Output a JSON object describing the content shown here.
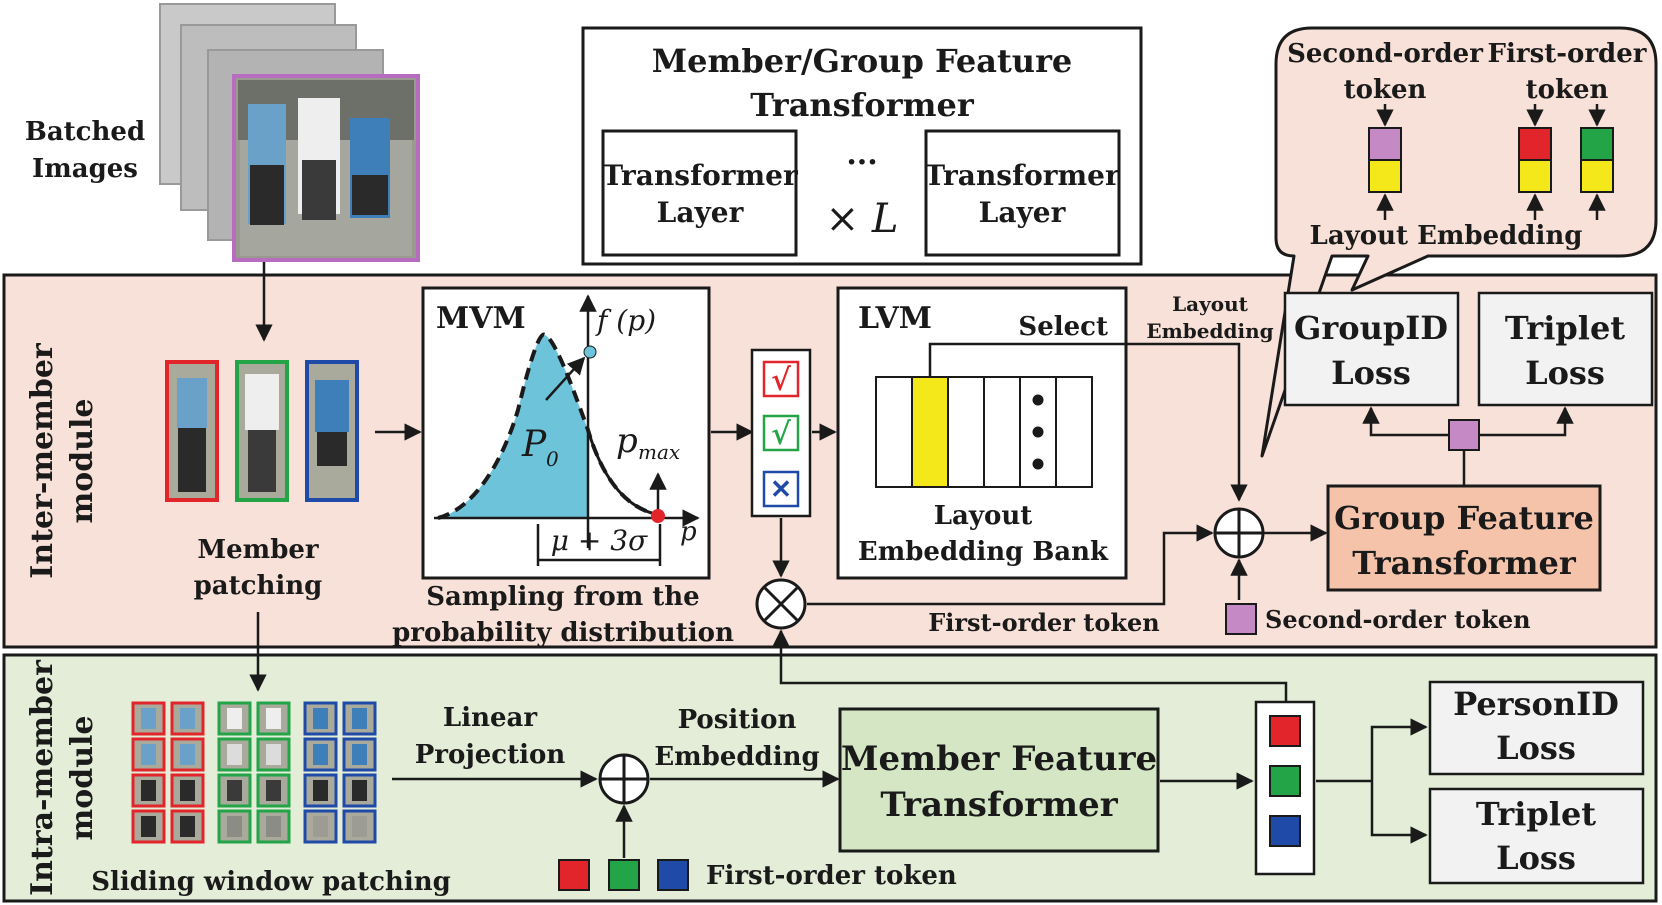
{
  "batched_images": {
    "label_line1": "Batched",
    "label_line2": "Images"
  },
  "transformer_legend": {
    "title_line1": "Member/Group Feature",
    "title_line2": "Transformer",
    "layer_left_line1": "Transformer",
    "layer_left_line2": "Layer",
    "layer_right_line1": "Transformer",
    "layer_right_line2": "Layer",
    "ellipsis": "···",
    "repeat": "× L"
  },
  "callout": {
    "second_order_line1": "Second-order",
    "second_order_line2": "token",
    "first_order_line1": "First-order",
    "first_order_line2": "token",
    "layout_embedding": "Layout Embedding"
  },
  "inter_module": {
    "label_line1": "Inter-member",
    "label_line2": "module",
    "member_patching_line1": "Member",
    "member_patching_line2": "patching",
    "mvm": {
      "title": "MVM",
      "f_label": "f (p)",
      "p0": "P",
      "p0_sub": "0",
      "pmax": "p",
      "pmax_sub": "max",
      "p_axis": "p",
      "interval": "μ + 3σ",
      "caption_line1": "Sampling from the",
      "caption_line2": "probability distribution"
    },
    "mask_marks": [
      "√",
      "√",
      "✕"
    ],
    "lvm": {
      "title": "LVM",
      "select": "Select",
      "bank_line1": "Layout",
      "bank_line2": "Embedding Bank"
    },
    "layout_embedding_line1": "Layout",
    "layout_embedding_line2": "Embedding",
    "first_order_token": "First-order token",
    "second_order_token": "Second-order token",
    "groupid_loss_line1": "GroupID",
    "groupid_loss_line2": "Loss",
    "triplet_loss_line1": "Triplet",
    "triplet_loss_line2": "Loss",
    "group_transformer_line1": "Group Feature",
    "group_transformer_line2": "Transformer"
  },
  "intra_module": {
    "label_line1": "Intra-member",
    "label_line2": "module",
    "sliding_window": "Sliding window patching",
    "linear_projection_line1": "Linear",
    "linear_projection_line2": "Projection",
    "position_embedding_line1": "Position",
    "position_embedding_line2": "Embedding",
    "member_transformer_line1": "Member Feature",
    "member_transformer_line2": "Transformer",
    "first_order_token": "First-order token",
    "personid_loss_line1": "PersonID",
    "personid_loss_line2": "Loss",
    "triplet_loss_line1": "Triplet",
    "triplet_loss_line2": "Loss"
  },
  "colors": {
    "inter_bg": "#f8e1d8",
    "intra_bg": "#e3edd8",
    "group_transformer": "#f4c3aa",
    "member_transformer": "#d5e6c4",
    "red": "#e2252b",
    "green": "#22a447",
    "blue": "#1f4aa8",
    "purple": "#c58ac5",
    "yellow": "#f5e81a",
    "cyan": "#6dc4da"
  }
}
